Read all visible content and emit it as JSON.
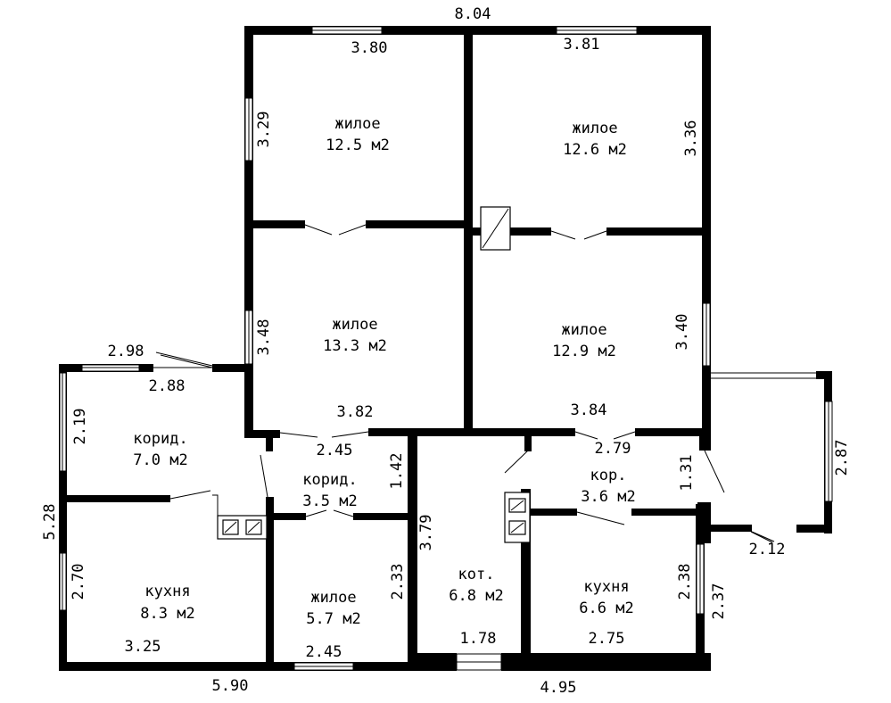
{
  "rooms": [
    {
      "id": "room-1",
      "name": "жилое",
      "area": "12.5 м2"
    },
    {
      "id": "room-2",
      "name": "жилое",
      "area": "12.6 м2"
    },
    {
      "id": "room-3",
      "name": "жилое",
      "area": "13.3 м2"
    },
    {
      "id": "room-4",
      "name": "жилое",
      "area": "12.9 м2"
    },
    {
      "id": "room-5",
      "name": "корид.",
      "area": "7.0 м2"
    },
    {
      "id": "room-6",
      "name": "корид.",
      "area": "3.5 м2"
    },
    {
      "id": "room-7",
      "name": "кор.",
      "area": "3.6 м2"
    },
    {
      "id": "room-8",
      "name": "кухня",
      "area": "8.3 м2"
    },
    {
      "id": "room-9",
      "name": "жилое",
      "area": "5.7 м2"
    },
    {
      "id": "room-10",
      "name": "кот.",
      "area": "6.8 м2"
    },
    {
      "id": "room-11",
      "name": "кухня",
      "area": "6.6 м2"
    }
  ],
  "dimensions": [
    "8.04",
    "3.80",
    "3.81",
    "3.29",
    "3.36",
    "3.48",
    "3.40",
    "2.98",
    "2.88",
    "3.82",
    "3.84",
    "2.19",
    "2.45",
    "2.79",
    "1.42",
    "1.31",
    "2.87",
    "5.28",
    "3.79",
    "2.12",
    "2.70",
    "2.33",
    "2.38",
    "2.37",
    "3.25",
    "2.45",
    "1.78",
    "2.75",
    "5.90",
    "4.95"
  ]
}
